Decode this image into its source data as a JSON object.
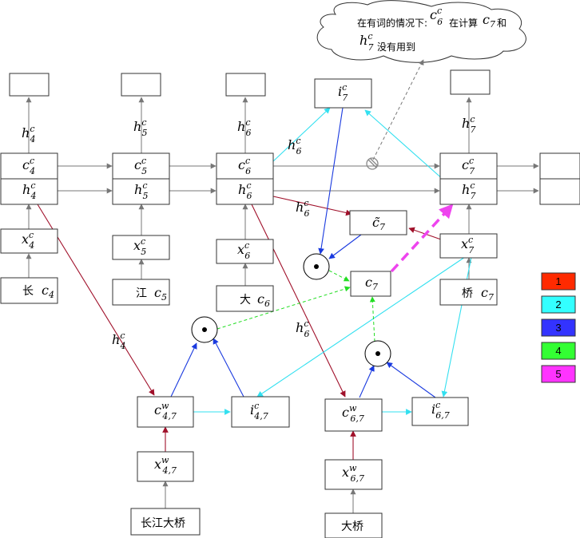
{
  "annotation": {
    "prefix": "在有词的情况下:",
    "mid": "在计算",
    "and": "和",
    "suffix": "没有用到",
    "c6": {
      "base": "c",
      "sup": "c",
      "sub": "6"
    },
    "c7": {
      "base": "c",
      "sub": "7"
    },
    "h7": {
      "base": "h",
      "sup": "c",
      "sub": "7"
    }
  },
  "chars": {
    "c4": {
      "char": "长",
      "var": "c",
      "sub": "4"
    },
    "c5": {
      "char": "江",
      "var": "c",
      "sub": "5"
    },
    "c6": {
      "char": "大",
      "var": "c",
      "sub": "6"
    },
    "c7": {
      "char": "桥",
      "var": "c",
      "sub": "7"
    }
  },
  "words": {
    "w47": "长江大桥",
    "w67": "大桥"
  },
  "symbols": {
    "h4c": {
      "base": "h",
      "sup": "c",
      "sub": "4"
    },
    "h5c": {
      "base": "h",
      "sup": "c",
      "sub": "5"
    },
    "h6c": {
      "base": "h",
      "sup": "c",
      "sub": "6"
    },
    "h7c": {
      "base": "h",
      "sup": "c",
      "sub": "7"
    },
    "c4c": {
      "base": "c",
      "sup": "c",
      "sub": "4"
    },
    "c5c": {
      "base": "c",
      "sup": "c",
      "sub": "5"
    },
    "c6c": {
      "base": "c",
      "sup": "c",
      "sub": "6"
    },
    "c7c": {
      "base": "c",
      "sup": "c",
      "sub": "7"
    },
    "x4c": {
      "base": "x",
      "sup": "c",
      "sub": "4"
    },
    "x5c": {
      "base": "x",
      "sup": "c",
      "sub": "5"
    },
    "x6c": {
      "base": "x",
      "sup": "c",
      "sub": "6"
    },
    "x7c": {
      "base": "x",
      "sup": "c",
      "sub": "7"
    },
    "i7c": {
      "base": "i",
      "sup": "c",
      "sub": "7"
    },
    "c7tilde": {
      "base": "c̃",
      "sub": "7"
    },
    "c7": {
      "base": "c",
      "sub": "7"
    },
    "cw47": {
      "base": "c",
      "sup": "w",
      "sub": "4,7"
    },
    "ic47": {
      "base": "i",
      "sup": "c",
      "sub": "4,7"
    },
    "xw47": {
      "base": "x",
      "sup": "w",
      "sub": "4,7"
    },
    "cw67": {
      "base": "c",
      "sup": "w",
      "sub": "6,7"
    },
    "ic67": {
      "base": "i",
      "sup": "c",
      "sub": "6,7"
    },
    "xw67": {
      "base": "x",
      "sup": "w",
      "sub": "6,7"
    }
  },
  "dot_symbol": "⊙",
  "legend": [
    {
      "label": "1",
      "color": "#ff2a00"
    },
    {
      "label": "2",
      "color": "#33ffff"
    },
    {
      "label": "3",
      "color": "#3333ff"
    },
    {
      "label": "4",
      "color": "#33ff33"
    },
    {
      "label": "5",
      "color": "#ff33ff"
    }
  ],
  "colors": {
    "gray": "#777777",
    "dark_red": "#a0102a",
    "cyan": "#33e0f0",
    "blue": "#1a3adf",
    "green": "#22dd22",
    "magenta": "#ee44ee"
  }
}
